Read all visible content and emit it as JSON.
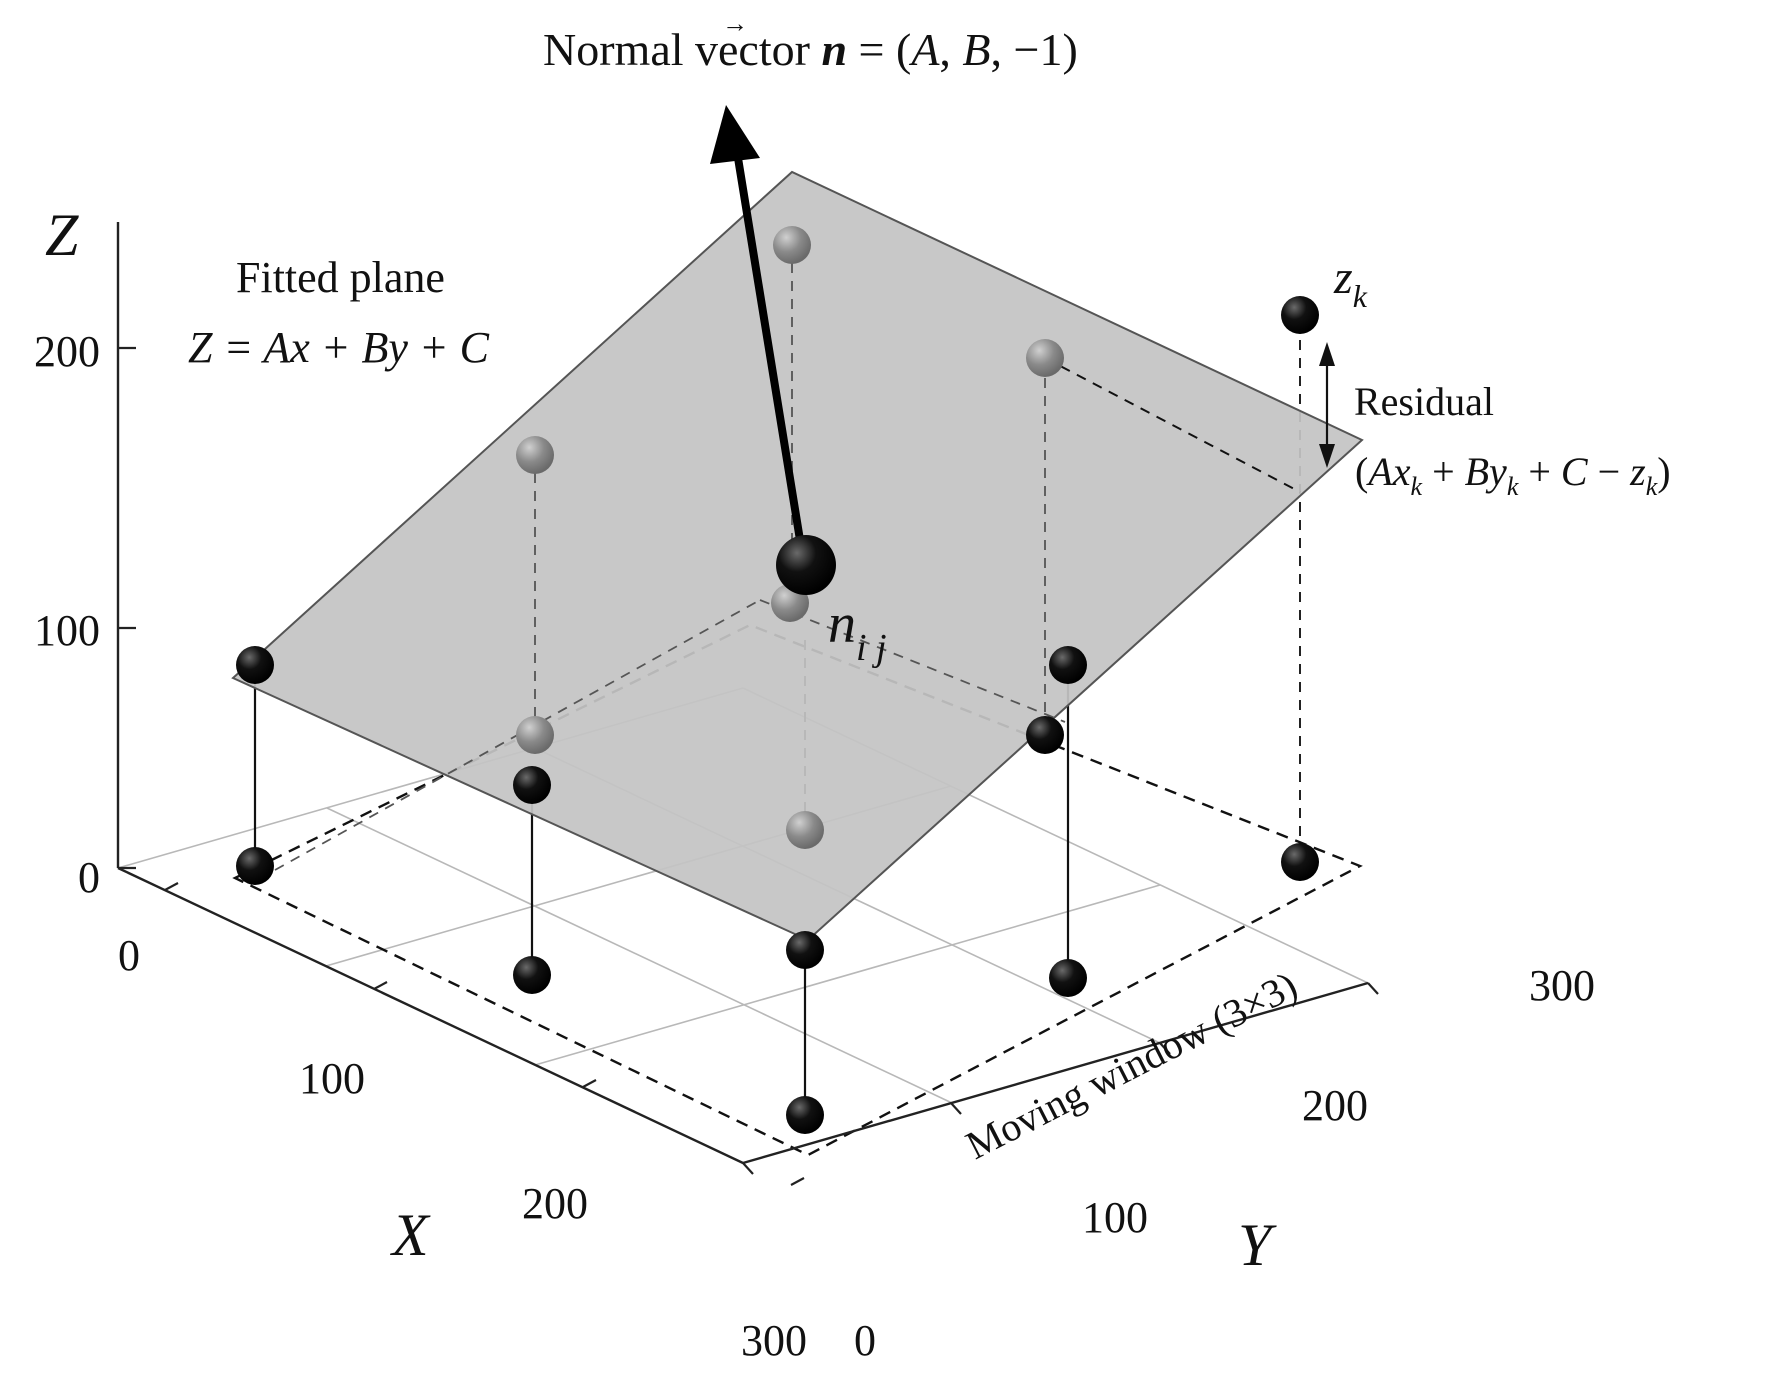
{
  "labels": {
    "normal_prefix": "Normal vector ",
    "normal_var": "n",
    "normal_eq": " = (",
    "normal_A": "A",
    "normal_comma1": ", ",
    "normal_B": "B",
    "normal_tail": ", −1)",
    "fitted_plane": "Fitted plane",
    "plane_eq": "Z = Ax + By + C",
    "z_axis": "Z",
    "x_axis": "X",
    "y_axis": "Y",
    "zk_main": "z",
    "zk_sub": "k",
    "nij_main": "n",
    "nij_sub": "i j",
    "residual": "Residual",
    "residual_expr_open": "(",
    "residual_Ax": "Ax",
    "residual_k1": "k",
    "residual_plus1": " + ",
    "residual_By": "By",
    "residual_k2": "k",
    "residual_plus2": " + ",
    "residual_C": "C",
    "residual_minus": " − ",
    "residual_z": "z",
    "residual_k3": "k",
    "residual_close": ")",
    "moving_window": "Moving window (3×3)"
  },
  "z_ticks": [
    "0",
    "100",
    "200"
  ],
  "x_ticks": [
    "0",
    "100",
    "200",
    "300"
  ],
  "y_ticks": [
    "0",
    "100",
    "200",
    "300"
  ],
  "colors": {
    "plane": "#c4c4c4",
    "point_black": "#000000",
    "point_gray": "#8c8c8c",
    "axis": "#222222",
    "grid": "#b8b8b8"
  }
}
